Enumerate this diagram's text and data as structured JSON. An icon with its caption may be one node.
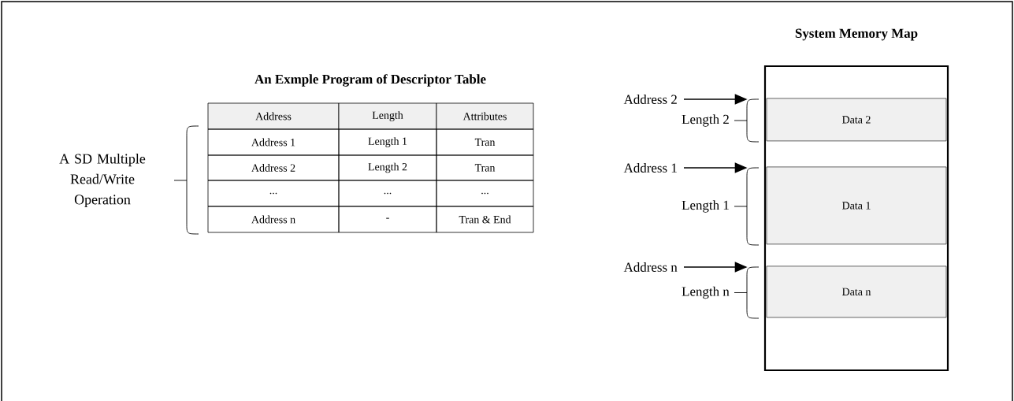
{
  "diagram": {
    "nodes": [
      {
        "text": [
          "System Memory Map"
        ]
      },
      {
        "text": [
          "Data 2"
        ],
        "in": 0
      },
      {
        "text": [
          "Data 1"
        ],
        "in": 0
      },
      {
        "text": [
          "Data n"
        ],
        "in": 0
      },
      {
        "text": [
          "Address 2"
        ]
      },
      {
        "text": [
          "Address 1"
        ]
      },
      {
        "text": [
          "Address n"
        ]
      }
    ],
    "edges": [
      {
        "from": 4,
        "to": 1,
        "arrow": "to"
      },
      {
        "from": 5,
        "to": 2,
        "arrow": "to"
      },
      {
        "from": 6,
        "to": 3,
        "arrow": "to"
      }
    ],
    "labels": [
      "An Exmple Program of Descriptor Table",
      "Address",
      "Length",
      "Attributes",
      "Address 1",
      "Length 1",
      "Tran",
      "Address 2",
      "Length 2",
      "Tran",
      "...",
      "...",
      "...",
      "Address n",
      "-",
      "Tran & End",
      "A SD Multiple Read/Write Operation",
      "Length 2",
      "Length 1",
      "Length n"
    ]
  }
}
